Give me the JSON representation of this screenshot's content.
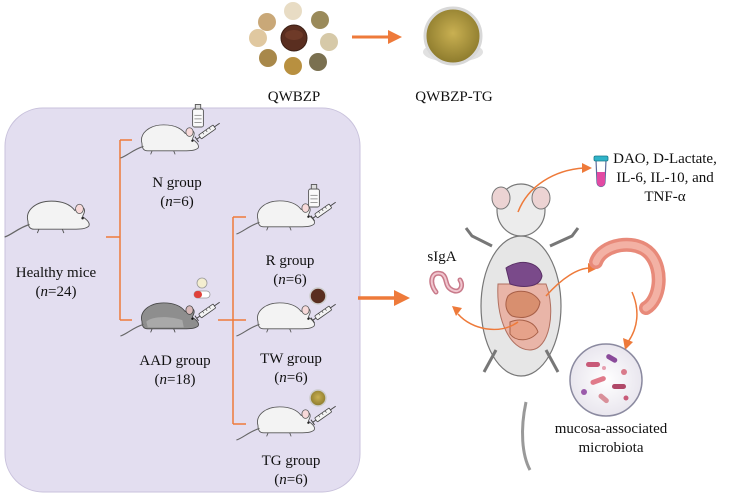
{
  "top": {
    "source_label": "QWBZP",
    "product_label": "QWBZP-TG"
  },
  "groups": {
    "healthy": {
      "name": "Healthy mice",
      "n_prefix": "(",
      "n_var": "n",
      "n_value": "=24)"
    },
    "n_group": {
      "name": "N group",
      "n_prefix": "(",
      "n_var": "n",
      "n_value": "=6)"
    },
    "aad_group": {
      "name": "AAD group",
      "n_prefix": "(",
      "n_var": "n",
      "n_value": "=18)"
    },
    "r_group": {
      "name": "R group",
      "n_prefix": "(",
      "n_var": "n",
      "n_value": "=6)"
    },
    "tw_group": {
      "name": "TW group",
      "n_prefix": "(",
      "n_var": "n",
      "n_value": "=6)"
    },
    "tg_group": {
      "name": "TG group",
      "n_prefix": "(",
      "n_var": "n",
      "n_value": "=6)"
    }
  },
  "outcomes": {
    "serum_line1": "DAO, D-Lactate,",
    "serum_line2": "IL-6, IL-10, and",
    "serum_line3": "TNF-α",
    "siga": "sIgA",
    "microbiota_line1": "mucosa-associated",
    "microbiota_line2": "microbiota"
  },
  "colors": {
    "panel_fill": "#e3def0",
    "arrow_orange": "#ee7a3a",
    "bracket_orange": "#ee7a3a",
    "mouse_white": "#f2f2f2",
    "mouse_gray": "#8a8a8a"
  }
}
